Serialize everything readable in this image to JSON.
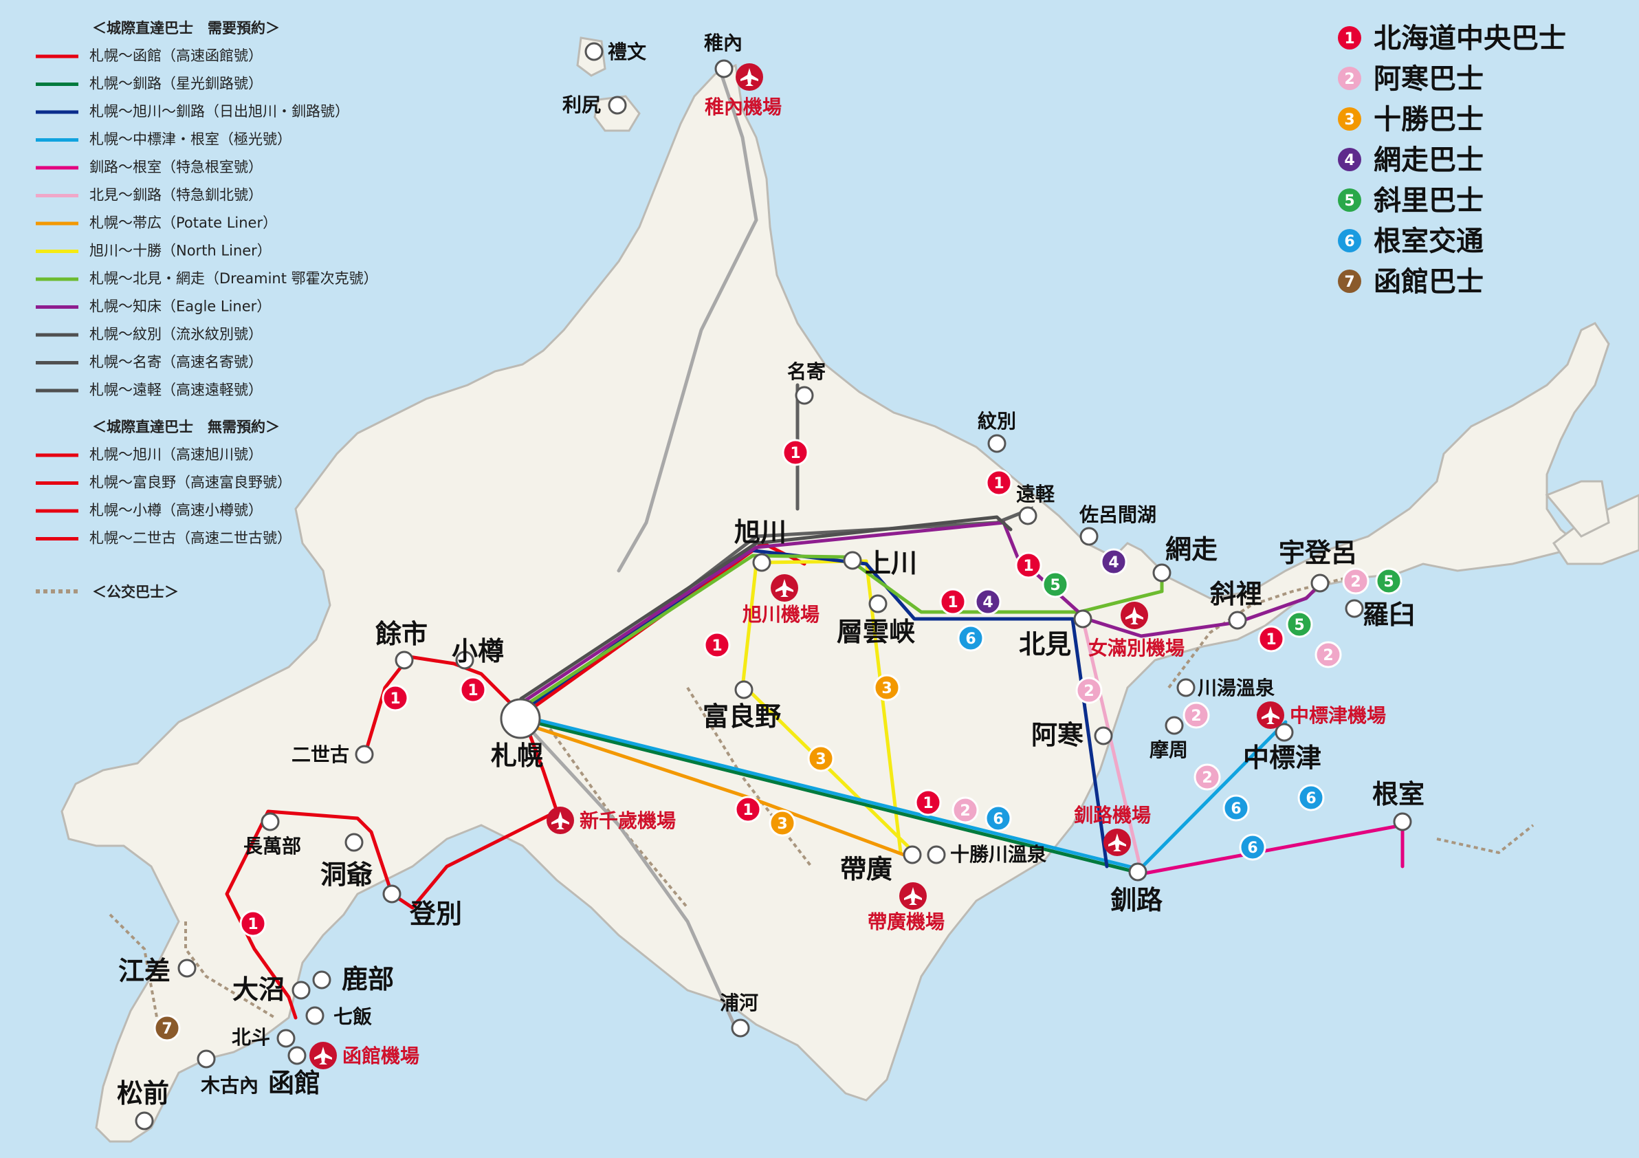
{
  "legend": {
    "reserved_header": "＜城際直達巴士　需要預約＞",
    "reserved_routes": [
      {
        "label": "札幌～函館（高速函館號）",
        "color": "#e60012"
      },
      {
        "label": "札幌～釧路（星光釧路號）",
        "color": "#007a3d"
      },
      {
        "label": "札幌～旭川～釧路（日出旭川・釧路號）",
        "color": "#0a2d8c"
      },
      {
        "label": "札幌～中標津・根室（極光號）",
        "color": "#10a3df"
      },
      {
        "label": "釧路～根室（特急根室號）",
        "color": "#e3007f"
      },
      {
        "label": "北見～釧路（特急釧北號）",
        "color": "#f0a7c8"
      },
      {
        "label": "札幌～帯広（Potate Liner）",
        "color": "#f39800"
      },
      {
        "label": "旭川～十勝（North Liner）",
        "color": "#f5ea14"
      },
      {
        "label": "札幌～北見・網走（Dreamint 鄂霍次克號）",
        "color": "#6cbb2f"
      },
      {
        "label": "札幌～知床（Eagle Liner）",
        "color": "#8e1e8f"
      },
      {
        "label": "札幌～紋別（流氷紋別號）",
        "color": "#505050"
      },
      {
        "label": "札幌～名寄（高速名寄號）",
        "color": "#505050"
      },
      {
        "label": "札幌～遠軽（高速遠軽號）",
        "color": "#505050"
      }
    ],
    "free_header": "＜城際直達巴士　無需預約＞",
    "free_routes": [
      {
        "label": "札幌～旭川（高速旭川號）",
        "color": "#e60012"
      },
      {
        "label": "札幌～富良野（高速富良野號）",
        "color": "#e60012"
      },
      {
        "label": "札幌～小樽（高速小樽號）",
        "color": "#e60012"
      },
      {
        "label": "札幌～二世古（高速二世古號）",
        "color": "#e60012"
      }
    ],
    "local_bus": "＜公交巴士＞"
  },
  "operators": [
    {
      "num": "1",
      "name": "北海道中央巴士",
      "color": "#e60033"
    },
    {
      "num": "2",
      "name": "阿寒巴士",
      "color": "#f0a7c8"
    },
    {
      "num": "3",
      "name": "十勝巴士",
      "color": "#f39800"
    },
    {
      "num": "4",
      "name": "網走巴士",
      "color": "#5e2a8c"
    },
    {
      "num": "5",
      "name": "斜里巴士",
      "color": "#2aa84a"
    },
    {
      "num": "6",
      "name": "根室交通",
      "color": "#1a9be0"
    },
    {
      "num": "7",
      "name": "函館巴士",
      "color": "#8a5a2b"
    }
  ],
  "stations": {
    "rebun": "禮文",
    "rishiri": "利尻",
    "wakkanai": "稚內",
    "nayoro": "名寄",
    "monbetsu": "紋別",
    "engaru": "遠軽",
    "saroma": "佐呂間湖",
    "abashiri": "網走",
    "utoro": "宇登呂",
    "shari": "斜裡",
    "rausu": "羅臼",
    "asahikawa": "旭川",
    "kamikawa": "上川",
    "sounkyo": "層雲峡",
    "kitami": "北見",
    "kawayu": "川湯溫泉",
    "mashu": "摩周",
    "nakashibetsu": "中標津",
    "nemuro": "根室",
    "akan": "阿寒",
    "kushiro": "釧路",
    "otaru": "小樽",
    "yoichi": "餘市",
    "sapporo": "札幌",
    "niseko": "二世古",
    "furano": "富良野",
    "obihiro": "帶廣",
    "tokachigawa": "十勝川溫泉",
    "urakawa": "浦河",
    "oshamambe": "長萬部",
    "toya": "洞爺",
    "noboribetsu": "登別",
    "esashi": "江差",
    "onuma": "大沼",
    "shikabe": "鹿部",
    "nanae": "七飯",
    "hokuto": "北斗",
    "kikonai": "木古內",
    "hakodate": "函館",
    "matsumae": "松前"
  },
  "airports": {
    "wakkanai": "稚內機場",
    "asahikawa": "旭川機場",
    "memanbetsu": "女滿別機場",
    "nakashibetsu": "中標津機場",
    "kushiro": "釧路機場",
    "new_chitose": "新千歲機場",
    "obihiro": "帶廣機場",
    "hakodate": "函館機場"
  },
  "colors": {
    "sea": "#c6e3f3",
    "land": "#f4f2ea",
    "coast": "#bcbab4",
    "operator_red": "#e60033",
    "airport_red": "#c8102e"
  },
  "icons": [
    "airport-icon",
    "station-marker",
    "operator-badge"
  ]
}
